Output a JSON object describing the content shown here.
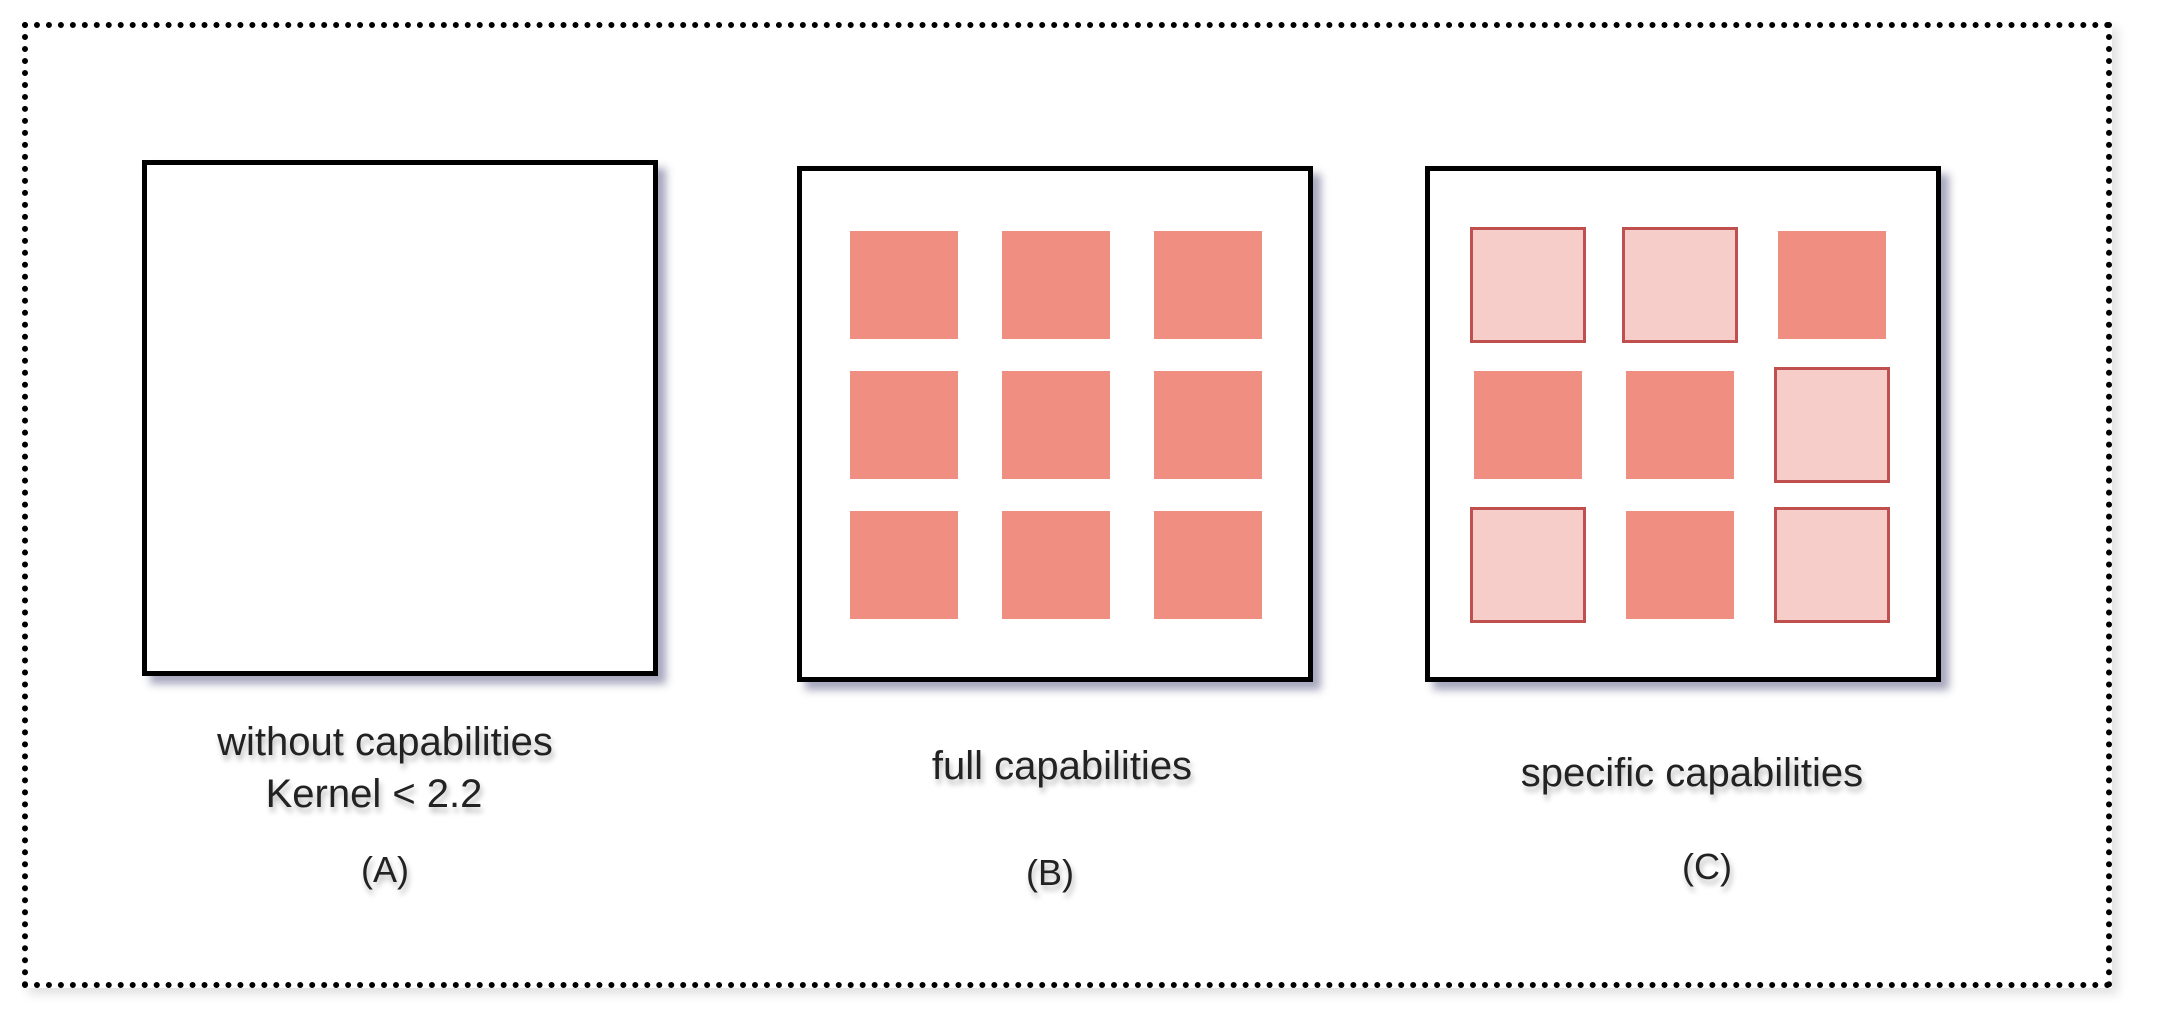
{
  "colors": {
    "capability_granted": "#f08e82",
    "capability_not_granted": "#f7cdc9",
    "capability_not_granted_border": "#c0504d",
    "panel_border": "#000000",
    "frame_border": "#000000"
  },
  "panels": [
    {
      "id": "A",
      "title_lines": [
        "without capabilities",
        "Kernel < 2.2"
      ],
      "label": "(A)",
      "capabilities": []
    },
    {
      "id": "B",
      "title_lines": [
        "full capabilities"
      ],
      "label": "(B)",
      "capabilities": [
        [
          "granted",
          "granted",
          "granted"
        ],
        [
          "granted",
          "granted",
          "granted"
        ],
        [
          "granted",
          "granted",
          "granted"
        ]
      ]
    },
    {
      "id": "C",
      "title_lines": [
        "specific capabilities"
      ],
      "label": "(C)",
      "capabilities": [
        [
          "not-granted",
          "not-granted",
          "granted"
        ],
        [
          "granted",
          "granted",
          "not-granted"
        ],
        [
          "not-granted",
          "granted",
          "not-granted"
        ]
      ]
    }
  ]
}
